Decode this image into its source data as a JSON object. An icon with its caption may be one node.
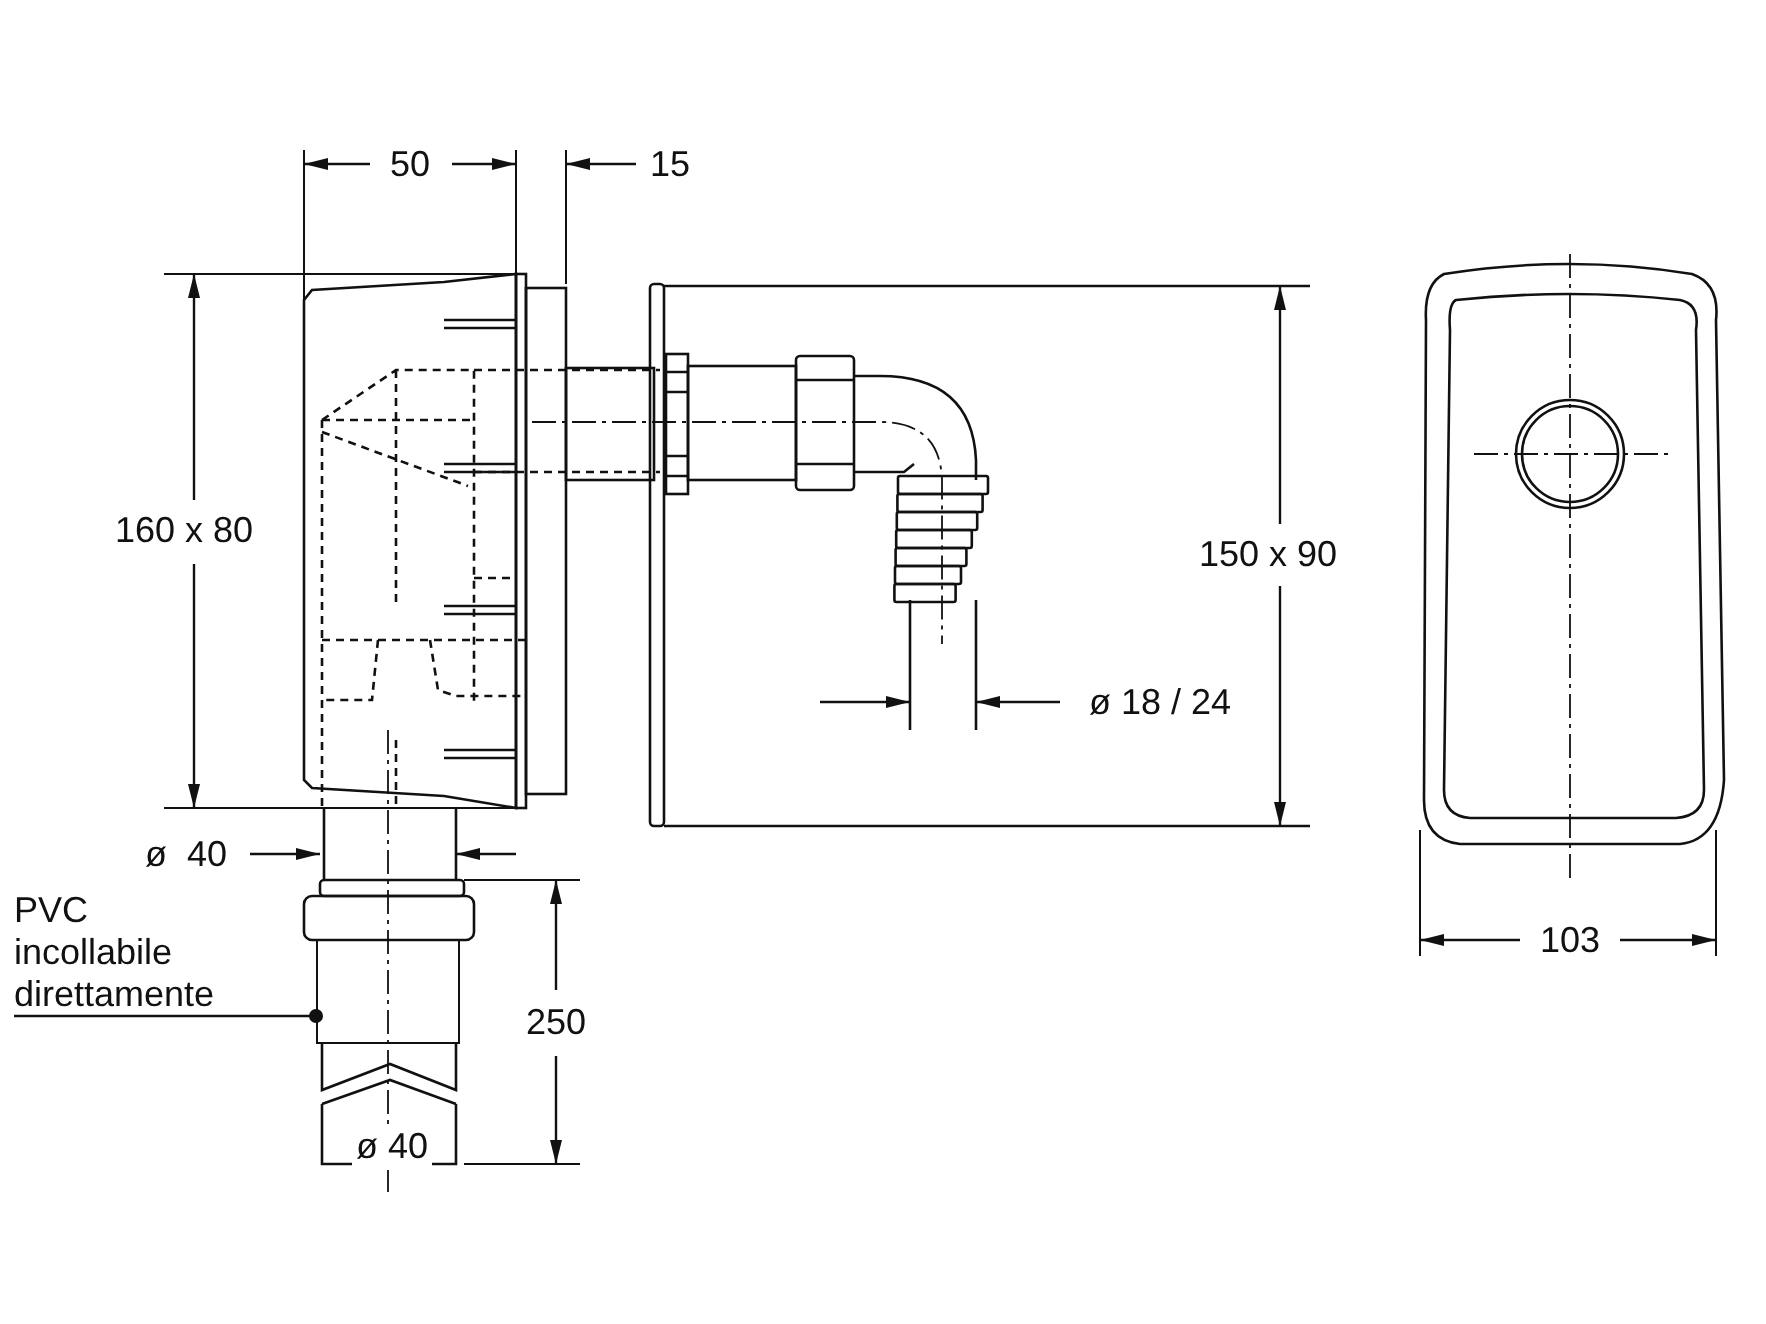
{
  "diagram": {
    "nodes": [
      {
        "text": [
          "PVC incollabile direttamente"
        ]
      },
      {
        "text": [],
        "shape": "box"
      }
    ],
    "edges": [
      {
        "from": 0,
        "to": 1,
        "arrow": "other"
      }
    ],
    "labels": [
      "50",
      "15",
      "160 x 80",
      "150 x 90",
      "ø 18 / 24",
      "ø  40",
      "250",
      "103",
      "ø 40"
    ]
  }
}
